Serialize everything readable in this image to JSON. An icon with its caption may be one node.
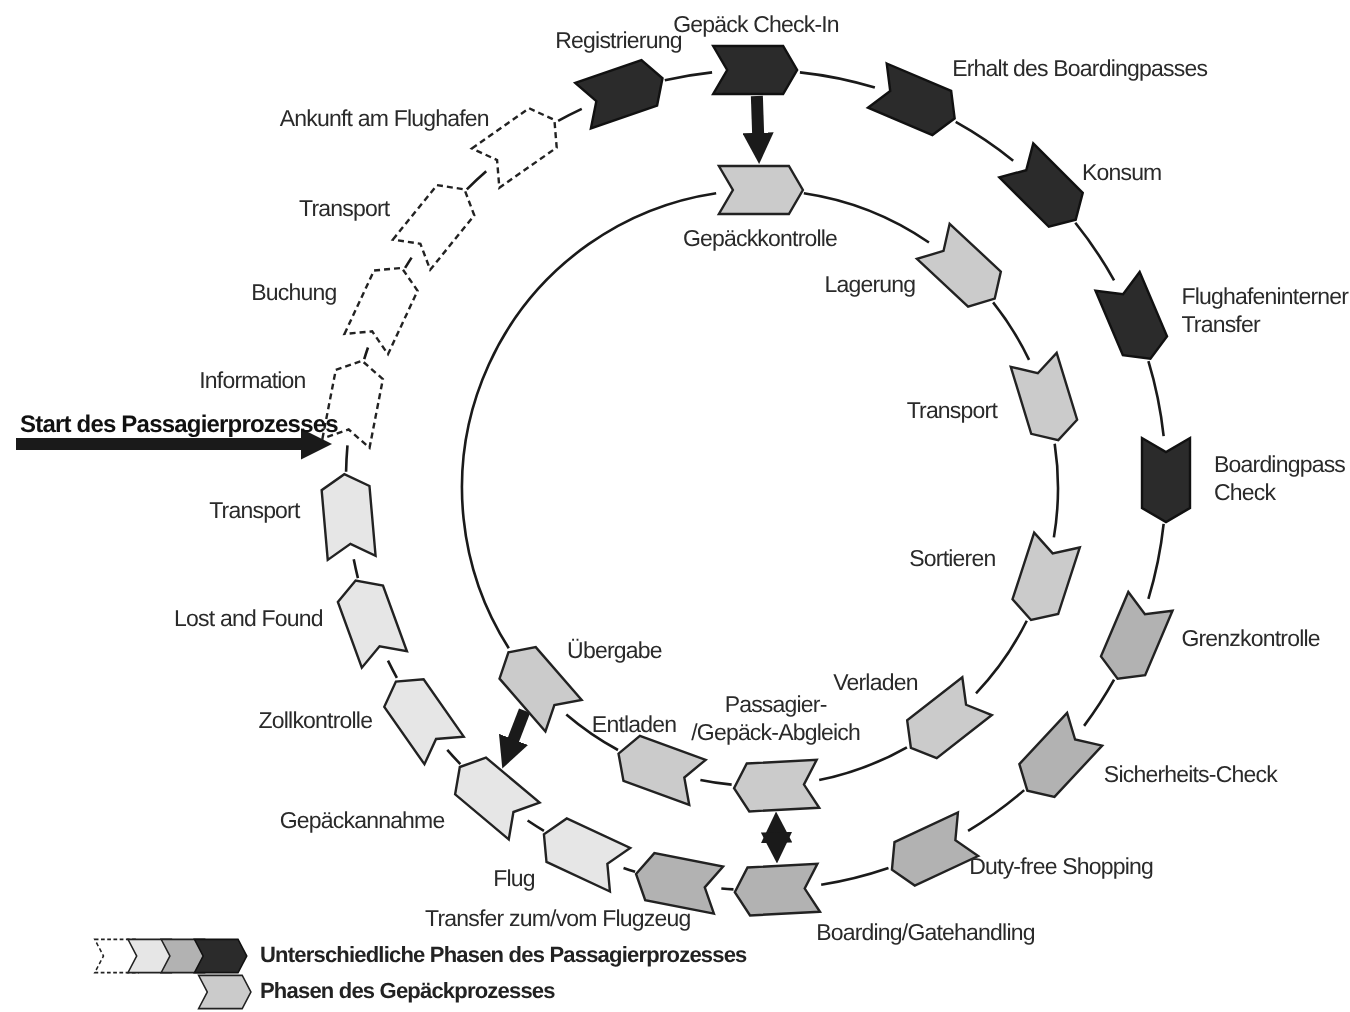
{
  "diagram": {
    "nodes": [
      {
        "text": [
          "Information"
        ]
      },
      {
        "text": [
          "Buchung"
        ]
      },
      {
        "text": [
          "Transport"
        ]
      },
      {
        "text": [
          "Ankunft am Flughafen"
        ]
      },
      {
        "text": [
          "Registrierung"
        ]
      },
      {
        "text": [
          "Gepäck Check-In"
        ]
      },
      {
        "text": [
          "Erhalt des Boardingpasses"
        ]
      },
      {
        "text": [
          "Konsum"
        ]
      },
      {
        "text": [
          "Flughafeninterner Transfer"
        ]
      },
      {
        "text": [
          "Boardingpass Check"
        ]
      },
      {
        "text": [
          "Grenzkontrolle"
        ]
      },
      {
        "text": [
          "Sicherheits-Check"
        ]
      },
      {
        "text": [
          "Duty-free Shopping"
        ]
      },
      {
        "text": [
          "Boarding/Gatehandling"
        ]
      },
      {
        "text": [
          "Transfer zum/vom Flugzeug"
        ]
      },
      {
        "text": [
          "Flug"
        ]
      },
      {
        "text": [
          "Gepäckannahme"
        ]
      },
      {
        "text": [
          "Zollkontrolle"
        ]
      },
      {
        "text": [
          "Lost and Found"
        ]
      },
      {
        "text": [
          "Transport"
        ]
      },
      {
        "text": [
          "Gepäckkontrolle"
        ]
      },
      {
        "text": [
          "Lagerung"
        ]
      },
      {
        "text": [
          "Transport"
        ]
      },
      {
        "text": [
          "Sortieren"
        ]
      },
      {
        "text": [
          "Verladen"
        ]
      },
      {
        "text": [
          "Passagier- /Gepäck-Abgleich"
        ]
      },
      {
        "text": [
          "Entladen"
        ]
      },
      {
        "text": [
          "Übergabe"
        ]
      }
    ],
    "edges": [
      {
        "from": 0,
        "to": 1,
        "arrow": "none"
      },
      {
        "from": 1,
        "to": 2,
        "arrow": "none"
      },
      {
        "from": 2,
        "to": 3,
        "arrow": "none"
      },
      {
        "from": 3,
        "to": 4,
        "arrow": "none"
      },
      {
        "from": 4,
        "to": 5,
        "arrow": "none"
      },
      {
        "from": 5,
        "to": 6,
        "arrow": "none"
      },
      {
        "from": 6,
        "to": 7,
        "arrow": "none"
      },
      {
        "from": 7,
        "to": 8,
        "arrow": "none"
      },
      {
        "from": 8,
        "to": 9,
        "arrow": "none"
      },
      {
        "from": 9,
        "to": 10,
        "arrow": "none"
      },
      {
        "from": 10,
        "to": 11,
        "arrow": "none"
      },
      {
        "from": 11,
        "to": 12,
        "arrow": "none"
      },
      {
        "from": 12,
        "to": 13,
        "arrow": "none"
      },
      {
        "from": 13,
        "to": 14,
        "arrow": "none"
      },
      {
        "from": 14,
        "to": 15,
        "arrow": "none"
      },
      {
        "from": 15,
        "to": 16,
        "arrow": "none"
      },
      {
        "from": 16,
        "to": 17,
        "arrow": "none"
      },
      {
        "from": 17,
        "to": 18,
        "arrow": "none"
      },
      {
        "from": 18,
        "to": 19,
        "arrow": "none"
      },
      {
        "from": 19,
        "to": 0,
        "arrow": "none"
      },
      {
        "from": 20,
        "to": 21,
        "arrow": "none"
      },
      {
        "from": 21,
        "to": 22,
        "arrow": "none"
      },
      {
        "from": 22,
        "to": 23,
        "arrow": "none"
      },
      {
        "from": 23,
        "to": 24,
        "arrow": "none"
      },
      {
        "from": 24,
        "to": 25,
        "arrow": "none"
      },
      {
        "from": 25,
        "to": 26,
        "arrow": "none"
      },
      {
        "from": 26,
        "to": 27,
        "arrow": "none"
      },
      {
        "from": 27,
        "to": 20,
        "arrow": "none"
      },
      {
        "from": 5,
        "to": 20,
        "arrow": "to",
        "style": "thick"
      },
      {
        "from": 25,
        "to": 13,
        "arrow": "both",
        "style": "thick"
      },
      {
        "from": 27,
        "to": 16,
        "arrow": "to",
        "style": "thick"
      },
      {
        "from": null,
        "to": 0,
        "arrow": "to",
        "style": "thick",
        "label": "Start des Passagierprozesses"
      }
    ],
    "legend": [
      {
        "text": "Unterschiedliche Phasen des Passagierprozesses"
      },
      {
        "text": "Phasen des Gepäckprozesses"
      }
    ]
  }
}
